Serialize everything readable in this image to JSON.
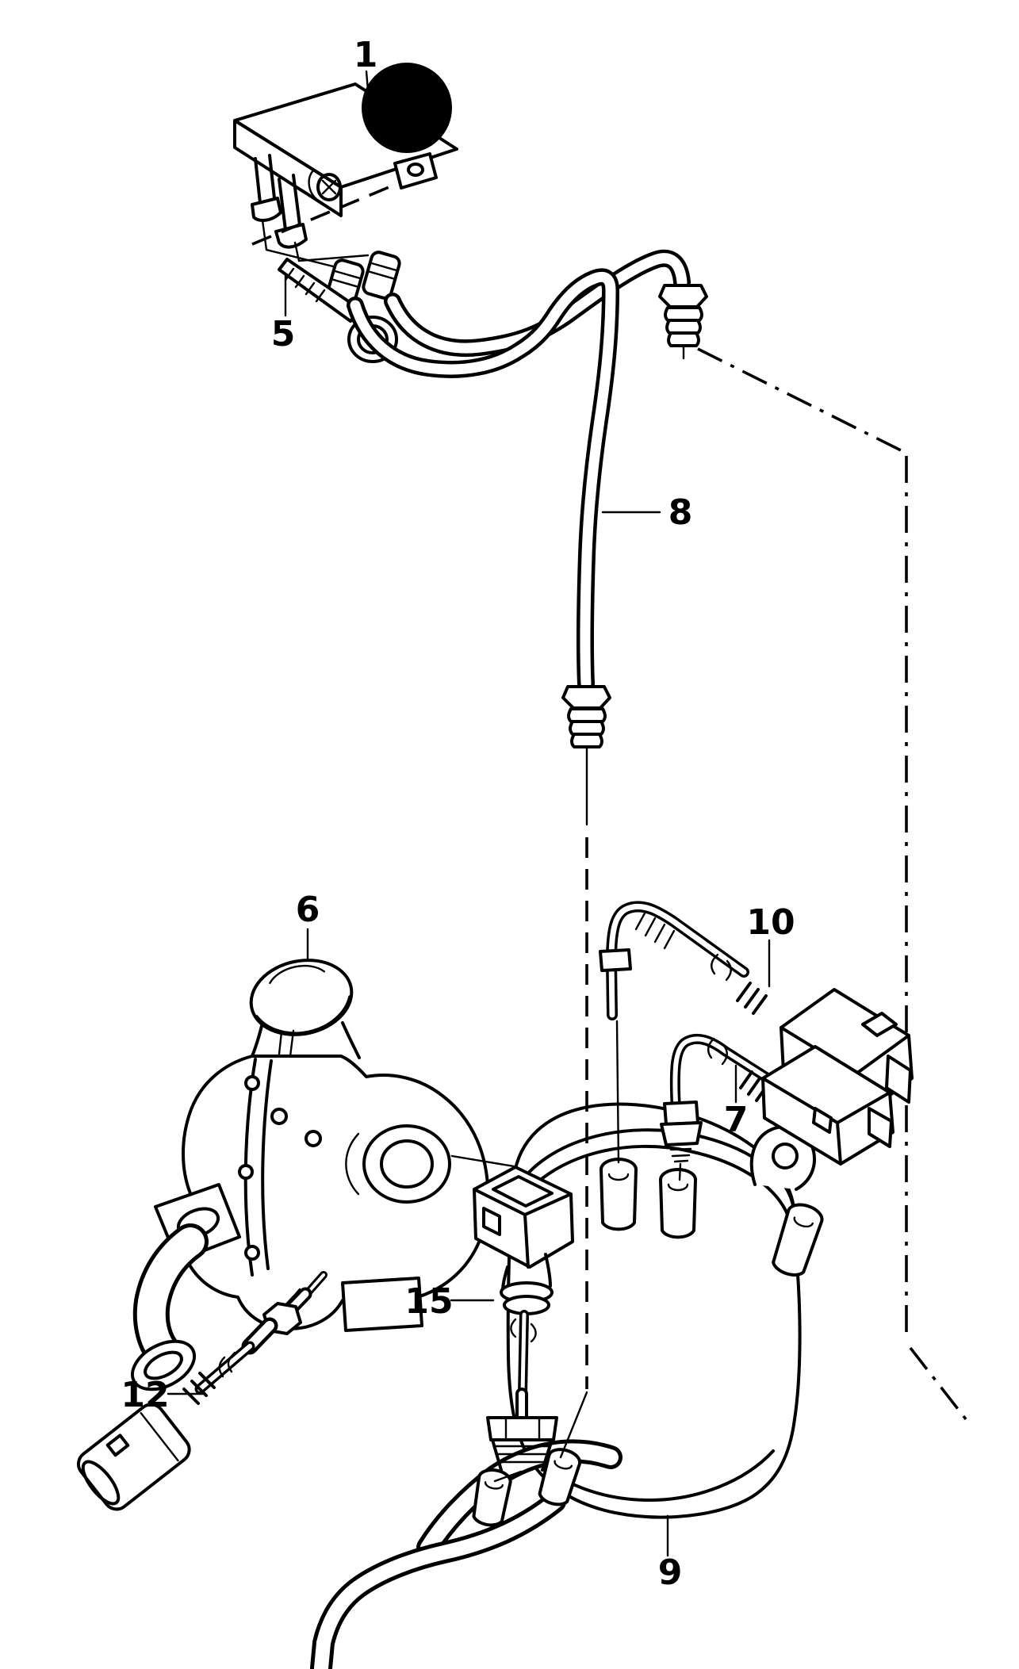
{
  "diagram": {
    "kind": "exploded-parts-line-drawing",
    "colors": {
      "line": "#000000",
      "background": "#ffffff",
      "highlight_dot": "#000000"
    },
    "callouts": [
      {
        "id": "part-1",
        "label": "1"
      },
      {
        "id": "part-5",
        "label": "5"
      },
      {
        "id": "part-6",
        "label": "6"
      },
      {
        "id": "part-8",
        "label": "8"
      },
      {
        "id": "part-10",
        "label": "10"
      },
      {
        "id": "part-7",
        "label": "7"
      },
      {
        "id": "part-12",
        "label": "12"
      },
      {
        "id": "part-15",
        "label": "15"
      },
      {
        "id": "part-9",
        "label": "9"
      }
    ]
  }
}
